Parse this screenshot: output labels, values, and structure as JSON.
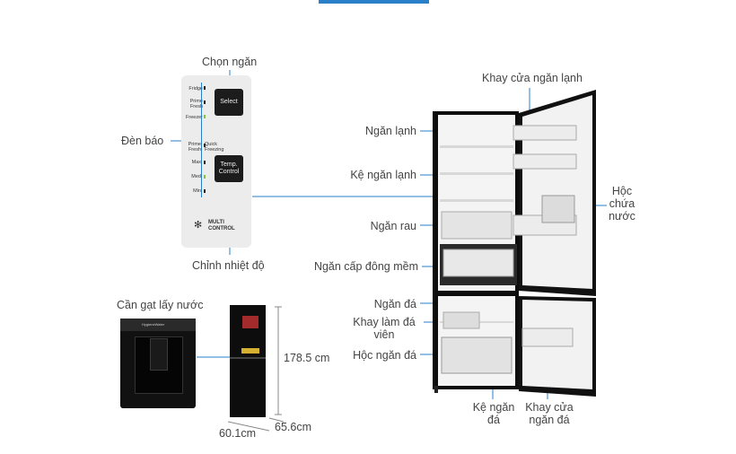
{
  "labels": {
    "chon_ngan": "Chọn ngăn",
    "den_bao": "Đèn báo",
    "chinh_nhiet_do": "Chỉnh nhiệt độ",
    "can_gat": "Cần gạt lấy nước",
    "khay_cua_ngan_lanh": "Khay cửa ngăn lạnh",
    "ngan_lanh": "Ngăn lạnh",
    "ke_ngan_lanh": "Kệ ngăn lạnh",
    "ngan_rau": "Ngăn rau",
    "ngan_cap_dong_mem": "Ngăn cấp đông mềm",
    "ngan_da": "Ngăn đá",
    "khay_lam_da_vien": "Khay làm đá viên",
    "hoc_ngan_da": "Hộc ngăn đá",
    "hoc_chua_nuoc": "Hộc chứa nước",
    "ke_ngan_da": "Kệ ngăn đá",
    "khay_cua_ngan_da": "Khay cửa ngăn đá"
  },
  "panel": {
    "fridge": "Fridge",
    "prime_fresh": "Prime Fresh",
    "freezer": "Freezer",
    "prime_fresh_quick": "Prime Fresh",
    "quick_freezing": "Quick Freezing",
    "max": "Max",
    "med": "Med",
    "min": "Min",
    "select": "Select",
    "temp_control": "Temp. Control",
    "multi_control": "MULTI CONTROL"
  },
  "dispenser": {
    "brand": "HygieneWater"
  },
  "dimensions": {
    "height": "178.5 cm",
    "width": "60.1cm",
    "depth": "65.6cm"
  },
  "colors": {
    "accent": "#2a7fc9",
    "fridge_body": "#111111",
    "indicator_green": "#7cc243"
  }
}
